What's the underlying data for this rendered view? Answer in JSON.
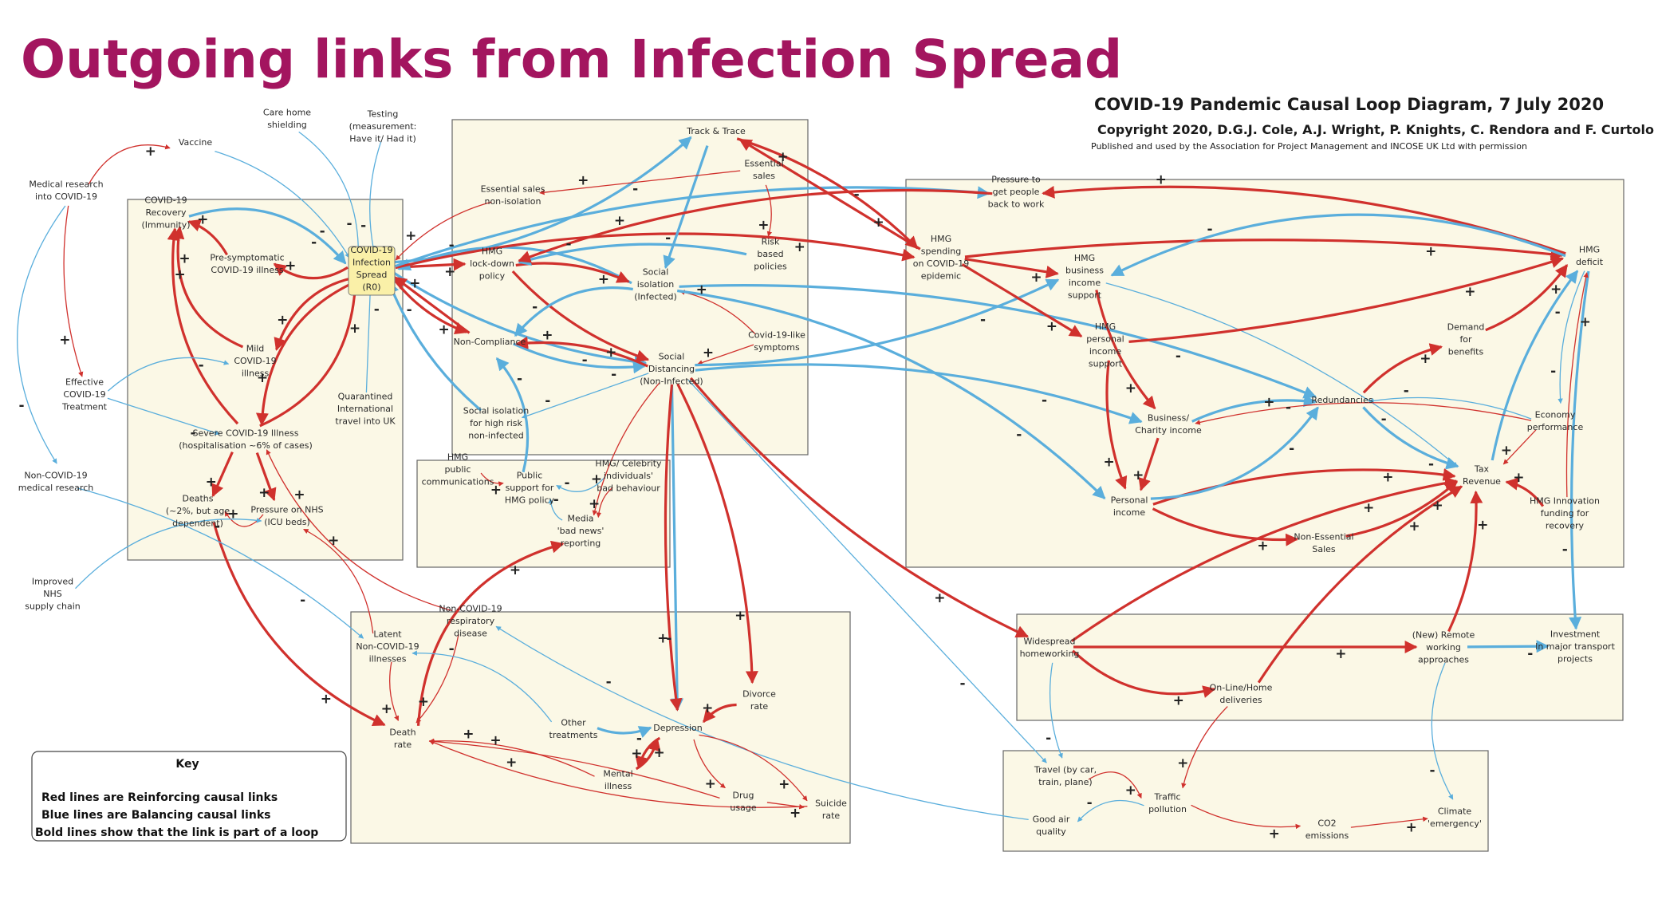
{
  "slide_title": "Outgoing links from Infection Spread",
  "diagram": {
    "title": "COVID-19 Pandemic Causal Loop Diagram, 7 July 2020",
    "copyright": "Copyright 2020, D.G.J. Cole, A.J. Wright, P. Knights, C. Rendora and F. Curtolo",
    "permission": "Published and used by the Association for Project Management and INCOSE UK Ltd with permission"
  },
  "colors": {
    "reinforcing": "#d0312d",
    "balancing": "#5aaedc",
    "box_fill": "#fbf8e6",
    "highlight_fill": "#faf0a8",
    "title": "#a3155f"
  },
  "nodes": {
    "vaccine": [
      "Vaccine"
    ],
    "care_home": [
      "Care home",
      "shielding"
    ],
    "testing": [
      "Testing",
      "(measurement:",
      "Have it/ Had it)"
    ],
    "medical_research": [
      "Medical research",
      "into COVID-19"
    ],
    "recovery": [
      "COVID-19",
      "Recovery",
      "(Immunity)"
    ],
    "presymptomatic": [
      "Pre-symptomatic",
      "COVID-19 illness"
    ],
    "infection_spread": [
      "COVID-19",
      "Infection",
      "Spread",
      "(R0)"
    ],
    "effective_treatment": [
      "Effective",
      "COVID-19",
      "Treatment"
    ],
    "mild_illness": [
      "Mild",
      "COVID-19",
      "illness"
    ],
    "quarantined": [
      "Quarantined",
      "International",
      "travel into UK"
    ],
    "severe_illness": [
      "Severe COVID-19 Illness",
      "(hospitalisation ~6% of cases)"
    ],
    "non_covid_research": [
      "Non-COVID-19",
      "medical research"
    ],
    "deaths": [
      "Deaths",
      "(~2%, but age",
      "dependent)"
    ],
    "pressure_nhs": [
      "Pressure on NHS",
      "(ICU beds)"
    ],
    "improved_nhs": [
      "Improved",
      "NHS",
      "supply chain"
    ],
    "track_trace": [
      "Track & Trace"
    ],
    "essential_sales": [
      "Essential",
      "sales"
    ],
    "essential_sales_nonisolation": [
      "Essential sales",
      "non-isolation"
    ],
    "lockdown": [
      "HMG",
      "lock-down",
      "policy"
    ],
    "risk_based": [
      "Risk",
      "based",
      "policies"
    ],
    "social_isolation": [
      "Social",
      "isolation",
      "(Infected)"
    ],
    "covid_like": [
      "Covid-19-like",
      "symptoms"
    ],
    "non_compliance": [
      "Non-Compliance"
    ],
    "social_distancing": [
      "Social",
      "Distancing",
      "(Non-Infected)"
    ],
    "isolation_high_risk": [
      "Social isolation",
      "for high risk",
      "non-infected"
    ],
    "hmg_comms": [
      "HMG",
      "public",
      "communications"
    ],
    "public_support": [
      "Public",
      "support for",
      "HMG policy"
    ],
    "celebrity": [
      "HMG/ Celebrity",
      "individuals'",
      "bad behaviour"
    ],
    "media": [
      "Media",
      "'bad news'",
      "reporting"
    ],
    "pressure_work": [
      "Pressure to",
      "get people",
      "back to work"
    ],
    "hmg_spending": [
      "HMG",
      "spending",
      "on COVID-19",
      "epidemic"
    ],
    "hmg_business": [
      "HMG",
      "business",
      "income",
      "support"
    ],
    "hmg_deficit": [
      "HMG",
      "deficit"
    ],
    "hmg_personal": [
      "HMG",
      "personal",
      "income",
      "support"
    ],
    "demand_benefits": [
      "Demand",
      "for",
      "benefits"
    ],
    "redundancies": [
      "Redundancies"
    ],
    "business_income": [
      "Business/",
      "Charity income"
    ],
    "economy": [
      "Economy",
      "performance"
    ],
    "tax_revenue": [
      "Tax",
      "Revenue"
    ],
    "personal_income": [
      "Personal",
      "income"
    ],
    "innovation": [
      "HMG Innovation",
      "funding for",
      "recovery"
    ],
    "non_essential": [
      "Non-Essential",
      "Sales"
    ],
    "latent": [
      "Latent",
      "Non-COVID-19",
      "illnesses"
    ],
    "non_covid_resp": [
      "Non-COVID-19",
      "respiratory",
      "disease"
    ],
    "death_rate": [
      "Death",
      "rate"
    ],
    "other_treatments": [
      "Other",
      "treatments"
    ],
    "depression": [
      "Depression"
    ],
    "divorce": [
      "Divorce",
      "rate"
    ],
    "mental_illness": [
      "Mental",
      "illness"
    ],
    "drug_usage": [
      "Drug",
      "usage"
    ],
    "suicide": [
      "Suicide",
      "rate"
    ],
    "homeworking": [
      "Widespread",
      "homeworking"
    ],
    "remote_working": [
      "(New) Remote",
      "working",
      "approaches"
    ],
    "investment": [
      "Investment",
      "In major transport",
      "projects"
    ],
    "online_deliveries": [
      "On-Line/Home",
      "deliveries"
    ],
    "travel": [
      "Travel (by car,",
      "train, plane)"
    ],
    "traffic": [
      "Traffic",
      "pollution"
    ],
    "air_quality": [
      "Good air",
      "quality"
    ],
    "co2": [
      "CO2",
      "emissions"
    ],
    "climate": [
      "Climate",
      "'emergency'"
    ]
  },
  "key": {
    "title": "Key",
    "lines": [
      "Red lines are Reinforcing causal links",
      "Blue lines are Balancing causal links",
      "Bold lines show that the link is part of a loop"
    ]
  },
  "signs": {
    "plus": "+",
    "minus": "-"
  }
}
